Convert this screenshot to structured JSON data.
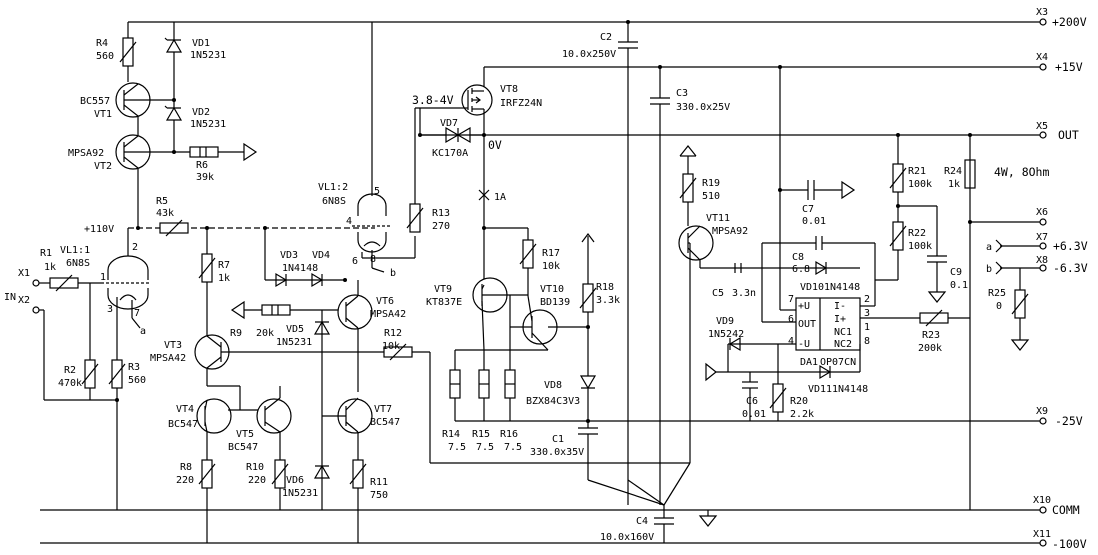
{
  "terminals": {
    "x3": {
      "name": "X3",
      "value": "+200V"
    },
    "x4": {
      "name": "X4",
      "value": "+15V"
    },
    "x5": {
      "name": "X5",
      "value": "OUT"
    },
    "x6": {
      "name": "X6"
    },
    "x7": {
      "name": "X7",
      "value": "+6.3V"
    },
    "x8": {
      "name": "X8",
      "value": "-6.3V"
    },
    "x9": {
      "name": "X9",
      "value": "-25V"
    },
    "x10": {
      "name": "X10",
      "value": "COMM"
    },
    "x11": {
      "name": "X11",
      "value": "-100V"
    },
    "x1": {
      "name": "X1"
    },
    "x2": {
      "name": "X2"
    },
    "in_label": "IN",
    "load": "4W, 8Ohm"
  },
  "components": {
    "r1": {
      "ref": "R1",
      "value": "1k"
    },
    "r2": {
      "ref": "R2",
      "value": "470k"
    },
    "r3": {
      "ref": "R3",
      "value": "560"
    },
    "r4": {
      "ref": "R4",
      "value": "560"
    },
    "r5": {
      "ref": "R5",
      "value": "43k"
    },
    "r6": {
      "ref": "R6",
      "value": "39k"
    },
    "r7": {
      "ref": "R7",
      "value": "1k"
    },
    "r8": {
      "ref": "R8",
      "value": "220"
    },
    "r9": {
      "ref": "R9",
      "value": "20k"
    },
    "r10": {
      "ref": "R10",
      "value": "220"
    },
    "r11": {
      "ref": "R11",
      "value": "750"
    },
    "r12": {
      "ref": "R12",
      "value": "10k"
    },
    "r13": {
      "ref": "R13",
      "value": "270"
    },
    "r14": {
      "ref": "R14",
      "value": "7.5"
    },
    "r15": {
      "ref": "R15",
      "value": "7.5"
    },
    "r16": {
      "ref": "R16",
      "value": "7.5"
    },
    "r17": {
      "ref": "R17",
      "value": "10k"
    },
    "r18": {
      "ref": "R18",
      "value": "3.3k"
    },
    "r19": {
      "ref": "R19",
      "value": "510"
    },
    "r20": {
      "ref": "R20",
      "value": "2.2k"
    },
    "r21": {
      "ref": "R21",
      "value": "100k"
    },
    "r22": {
      "ref": "R22",
      "value": "100k"
    },
    "r23": {
      "ref": "R23",
      "value": "200k"
    },
    "r24": {
      "ref": "R24",
      "value": "1k"
    },
    "r25": {
      "ref": "R25",
      "value": "0"
    },
    "c1": {
      "ref": "C1",
      "value": "330.0x35V"
    },
    "c2": {
      "ref": "C2",
      "value": "10.0x250V"
    },
    "c3": {
      "ref": "C3",
      "value": "330.0x25V"
    },
    "c4": {
      "ref": "C4",
      "value": "10.0x160V"
    },
    "c5": {
      "ref": "C5",
      "value": "3.3n"
    },
    "c6": {
      "ref": "C6",
      "value": "0.01"
    },
    "c7": {
      "ref": "C7",
      "value": "0.01"
    },
    "c8": {
      "ref": "C8",
      "value": "6.8"
    },
    "c9": {
      "ref": "C9",
      "value": "0.1"
    },
    "vd1": {
      "ref": "VD1",
      "value": "1N5231"
    },
    "vd2": {
      "ref": "VD2",
      "value": "1N5231"
    },
    "vd3": {
      "ref": "VD3"
    },
    "vd4": {
      "ref": "VD4"
    },
    "vd34_value": "1N4148",
    "vd5": {
      "ref": "VD5",
      "value": "1N5231"
    },
    "vd6": {
      "ref": "VD6",
      "value": "1N5231"
    },
    "vd7": {
      "ref": "VD7",
      "value": "KC170A"
    },
    "vd8": {
      "ref": "VD8",
      "value": "BZX84C3V3"
    },
    "vd9": {
      "ref": "VD9",
      "value": "1N5242"
    },
    "vd10": {
      "ref": "VD10",
      "value": "1N4148"
    },
    "vd11": {
      "ref": "VD11",
      "value": "1N4148"
    },
    "vt1": {
      "ref": "VT1",
      "value": "BC557"
    },
    "vt2": {
      "ref": "VT2",
      "value": "MPSA92"
    },
    "vt3": {
      "ref": "VT3",
      "value": "MPSA42"
    },
    "vt4": {
      "ref": "VT4",
      "value": "BC547"
    },
    "vt5": {
      "ref": "VT5",
      "value": "BC547"
    },
    "vt6": {
      "ref": "VT6",
      "value": "MPSA42"
    },
    "vt7": {
      "ref": "VT7",
      "value": "BC547"
    },
    "vt8": {
      "ref": "VT8",
      "value": "IRFZ24N"
    },
    "vt9": {
      "ref": "VT9",
      "value": "KT837E"
    },
    "vt10": {
      "ref": "VT10",
      "value": "BD139"
    },
    "vt11": {
      "ref": "VT11",
      "value": "MPSA92"
    },
    "vl1_1": {
      "ref": "VL1:1",
      "value": "6N8S"
    },
    "vl1_2": {
      "ref": "VL1:2",
      "value": "6N8S"
    },
    "da1": {
      "ref": "DA1",
      "value": "OP07CN"
    }
  },
  "opamp_pins": {
    "p_plus_u": "+U",
    "p_minus_u": "-U",
    "p_out": "OUT",
    "p_inv": "I-",
    "p_noninv": "I+",
    "p_nc1": "NC1",
    "p_nc2": "NC2"
  },
  "annotations": {
    "v_mosfet": "3.8-4V",
    "v_zero": "0V",
    "v_110": "+110V",
    "i_1a": "1A",
    "node_a": "a",
    "node_b": "b",
    "pin_1": "1",
    "pin_2": "2",
    "pin_3": "3",
    "pin_4": "4",
    "pin_5": "5",
    "pin_6": "6",
    "pin_7": "7",
    "pin_8": "8",
    "da_pin_7": "7",
    "da_pin_6": "6",
    "da_pin_4": "4",
    "da_pin_2": "2",
    "da_pin_3": "3",
    "da_pin_1": "1",
    "da_pin_8": "8"
  }
}
